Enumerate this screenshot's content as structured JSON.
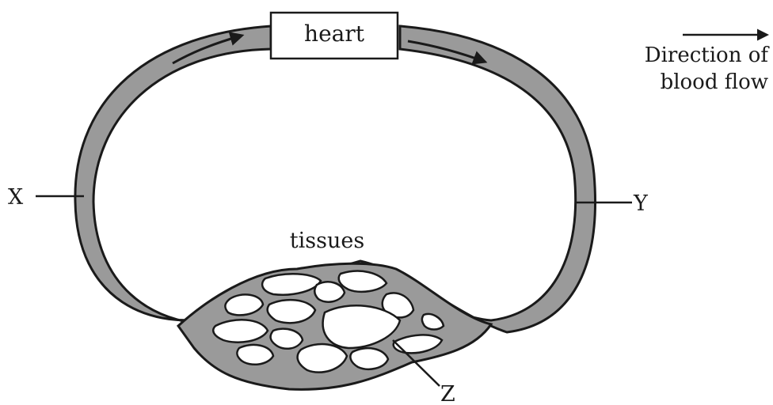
{
  "labels": {
    "heart": "heart",
    "tissues": "tissues",
    "x": "X",
    "y": "Y",
    "z": "Z"
  },
  "legend": {
    "line1": "Direction of",
    "line2": "blood flow"
  },
  "colors": {
    "vessel": "#9a9a9a",
    "outline": "#1a1a1a",
    "background": "#ffffff"
  }
}
